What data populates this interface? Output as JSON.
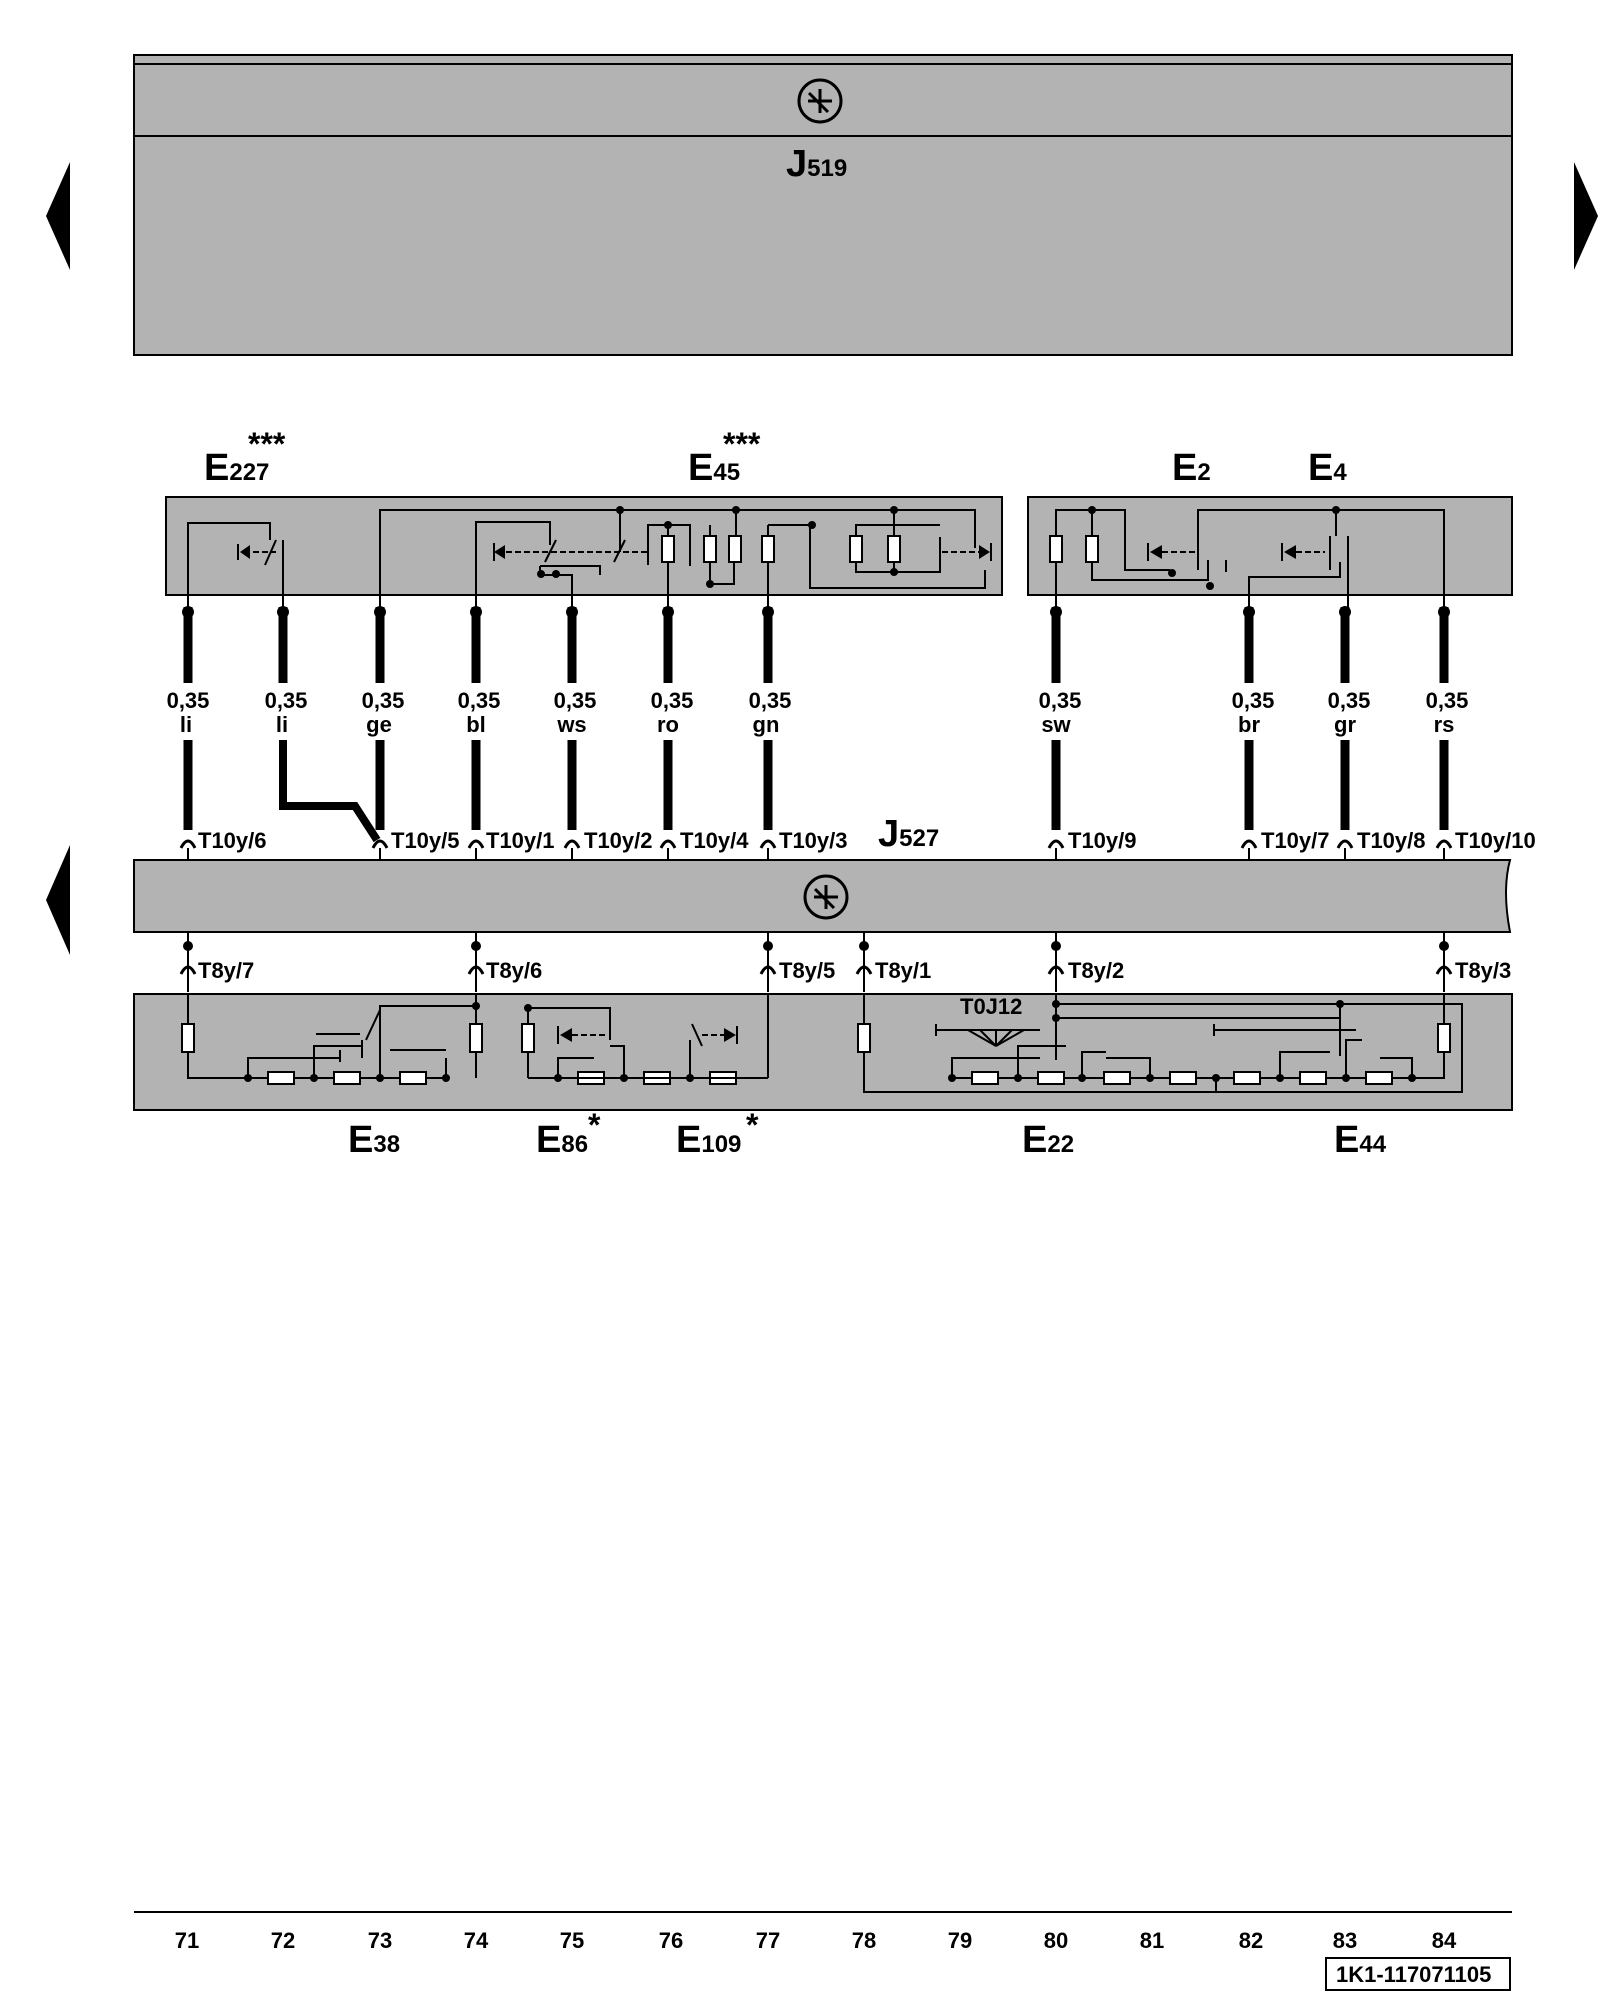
{
  "modules": {
    "top": {
      "label": "J",
      "sub": "519"
    },
    "bottom": {
      "label": "J",
      "sub": "527"
    }
  },
  "components": {
    "e227": {
      "label": "E",
      "sub": "227",
      "mark": "***"
    },
    "e45": {
      "label": "E",
      "sub": "45",
      "mark": "***"
    },
    "e2": {
      "label": "E",
      "sub": "2"
    },
    "e4": {
      "label": "E",
      "sub": "4"
    },
    "e38": {
      "label": "E",
      "sub": "38"
    },
    "e86": {
      "label": "E",
      "sub": "86",
      "mark": "*"
    },
    "e109": {
      "label": "E",
      "sub": "109",
      "mark": "*"
    },
    "e22": {
      "label": "E",
      "sub": "22"
    },
    "e44": {
      "label": "E",
      "sub": "44"
    }
  },
  "wires": [
    {
      "size": "0,35",
      "color": "li",
      "pin": "T10y/6"
    },
    {
      "size": "0,35",
      "color": "li",
      "pin": ""
    },
    {
      "size": "0,35",
      "color": "ge",
      "pin": "T10y/5"
    },
    {
      "size": "0,35",
      "color": "bl",
      "pin": "T10y/1"
    },
    {
      "size": "0,35",
      "color": "ws",
      "pin": "T10y/2"
    },
    {
      "size": "0,35",
      "color": "ro",
      "pin": "T10y/4"
    },
    {
      "size": "0,35",
      "color": "gn",
      "pin": "T10y/3"
    },
    {
      "size": "0,35",
      "color": "sw",
      "pin": "T10y/9"
    },
    {
      "size": "0,35",
      "color": "br",
      "pin": "T10y/7"
    },
    {
      "size": "0,35",
      "color": "gr",
      "pin": "T10y/8"
    },
    {
      "size": "0,35",
      "color": "rs",
      "pin": "T10y/10"
    }
  ],
  "lower_pins": [
    "T8y/7",
    "T8y/6",
    "T8y/5",
    "T8y/1",
    "T8y/2",
    "T8y/3"
  ],
  "connector_label": "T0J12",
  "columns": [
    "71",
    "72",
    "73",
    "74",
    "75",
    "76",
    "77",
    "78",
    "79",
    "80",
    "81",
    "82",
    "83",
    "84"
  ],
  "doc_id": "1K1-117071105",
  "colors": {
    "panel": "#b3b3b3",
    "line": "#000000",
    "page": "#ffffff"
  },
  "icons": [
    "ground-symbol-icon",
    "nav-prev-arrow-icon",
    "nav-next-arrow-icon"
  ]
}
